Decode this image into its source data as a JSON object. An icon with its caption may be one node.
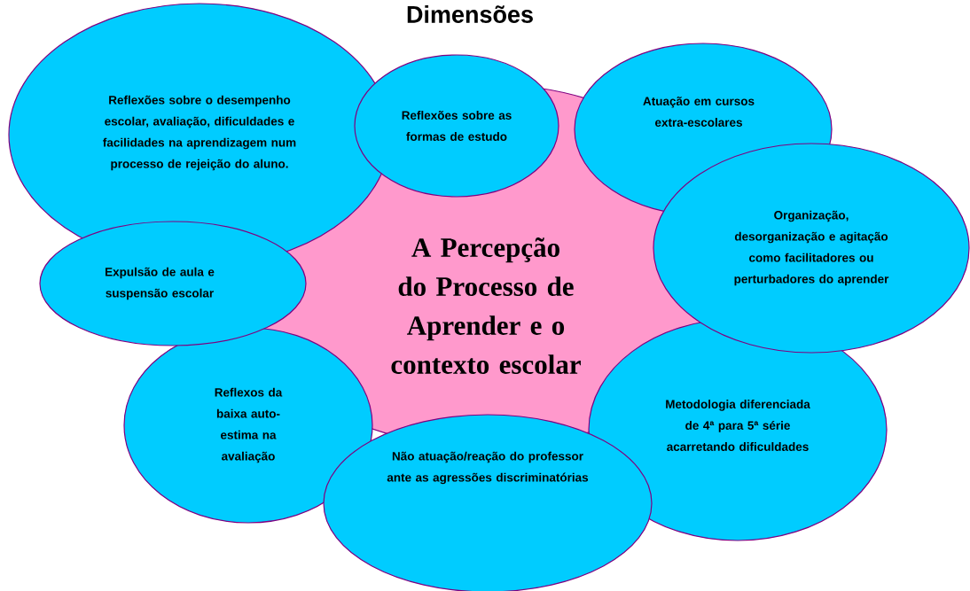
{
  "diagram": {
    "title": "Dimensões",
    "nodes": [
      {
        "text": [
          "A Percepção do Processo de Aprender e o contexto escolar"
        ]
      },
      {
        "text": [
          "Reflexões sobre o desempenho escolar, avaliação, dificuldades e facilidades na aprendizagem num processo de rejeição do aluno."
        ]
      },
      {
        "text": [
          "Reflexões sobre as formas de estudo"
        ]
      },
      {
        "text": [
          "Atuação em cursos extra-escolares"
        ]
      },
      {
        "text": [
          "Organização, desorganização e agitação como facilitadores ou perturbadores do aprender"
        ]
      },
      {
        "text": [
          "Expulsão de aula e suspensão escolar"
        ]
      },
      {
        "text": [
          "Reflexos da baixa auto-estima na avaliação"
        ]
      },
      {
        "text": [
          "Não atuação/reação do professor ante as agressões discriminatórias"
        ]
      },
      {
        "text": [
          "Metodologia diferenciada de 4ª para 5ª série acarretando dificuldades"
        ]
      }
    ],
    "edges": []
  }
}
